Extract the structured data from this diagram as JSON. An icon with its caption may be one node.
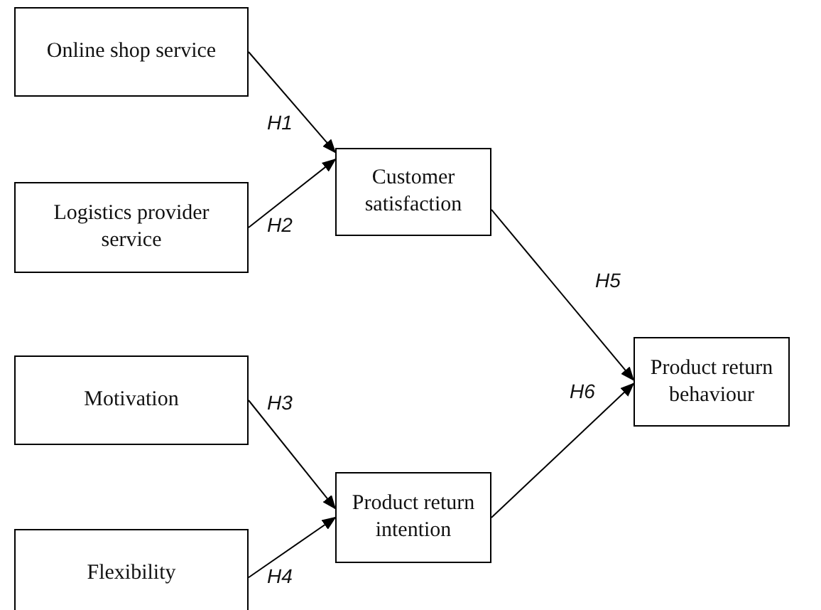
{
  "diagram": {
    "nodes": [
      {
        "text": [
          "Online shop service"
        ]
      },
      {
        "text": [
          "Logistics provider service"
        ]
      },
      {
        "text": [
          "Motivation"
        ]
      },
      {
        "text": [
          "Flexibility"
        ]
      },
      {
        "text": [
          "Customer satisfaction"
        ]
      },
      {
        "text": [
          "Product return intention"
        ]
      },
      {
        "text": [
          "Product return behaviour"
        ]
      }
    ],
    "edges": [
      {
        "from": 0,
        "to": 4,
        "arrow": "to",
        "label": "H1"
      },
      {
        "from": 1,
        "to": 4,
        "arrow": "to",
        "label": "H2"
      },
      {
        "from": 2,
        "to": 5,
        "arrow": "to",
        "label": "H3"
      },
      {
        "from": 3,
        "to": 5,
        "arrow": "to",
        "label": "H4"
      },
      {
        "from": 4,
        "to": 6,
        "arrow": "to",
        "label": "H5"
      },
      {
        "from": 5,
        "to": 6,
        "arrow": "to",
        "label": "H6"
      }
    ]
  }
}
